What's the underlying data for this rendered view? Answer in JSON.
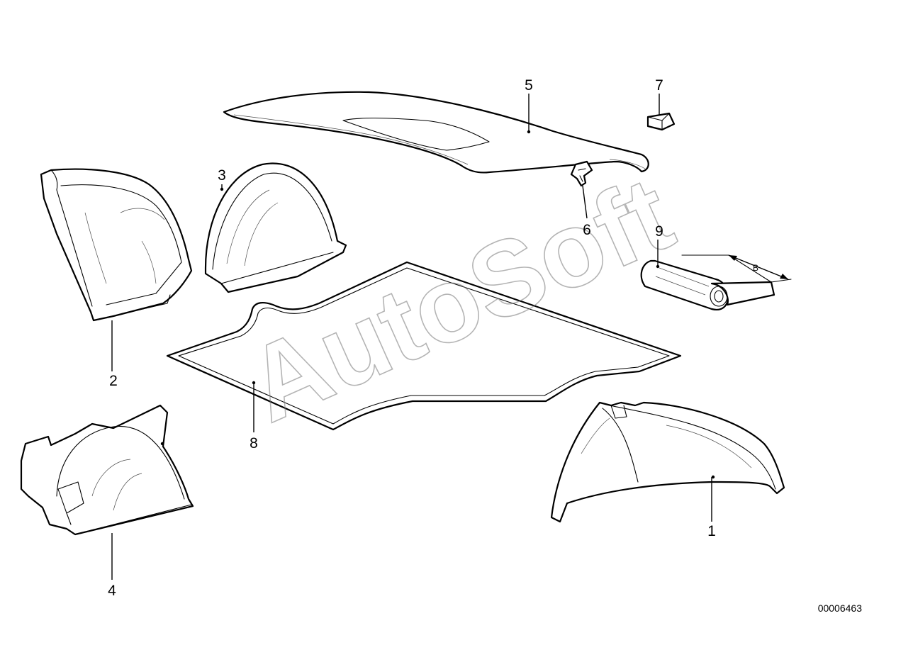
{
  "diagram": {
    "callouts": [
      {
        "id": "1",
        "label": "1"
      },
      {
        "id": "2",
        "label": "2"
      },
      {
        "id": "3",
        "label": "3"
      },
      {
        "id": "4",
        "label": "4"
      },
      {
        "id": "5",
        "label": "5"
      },
      {
        "id": "6",
        "label": "6"
      },
      {
        "id": "7",
        "label": "7"
      },
      {
        "id": "8",
        "label": "8"
      },
      {
        "id": "9",
        "label": "9"
      }
    ],
    "dimension_label": "B",
    "reference_number": "00006463",
    "watermark": "AutoSoft"
  }
}
